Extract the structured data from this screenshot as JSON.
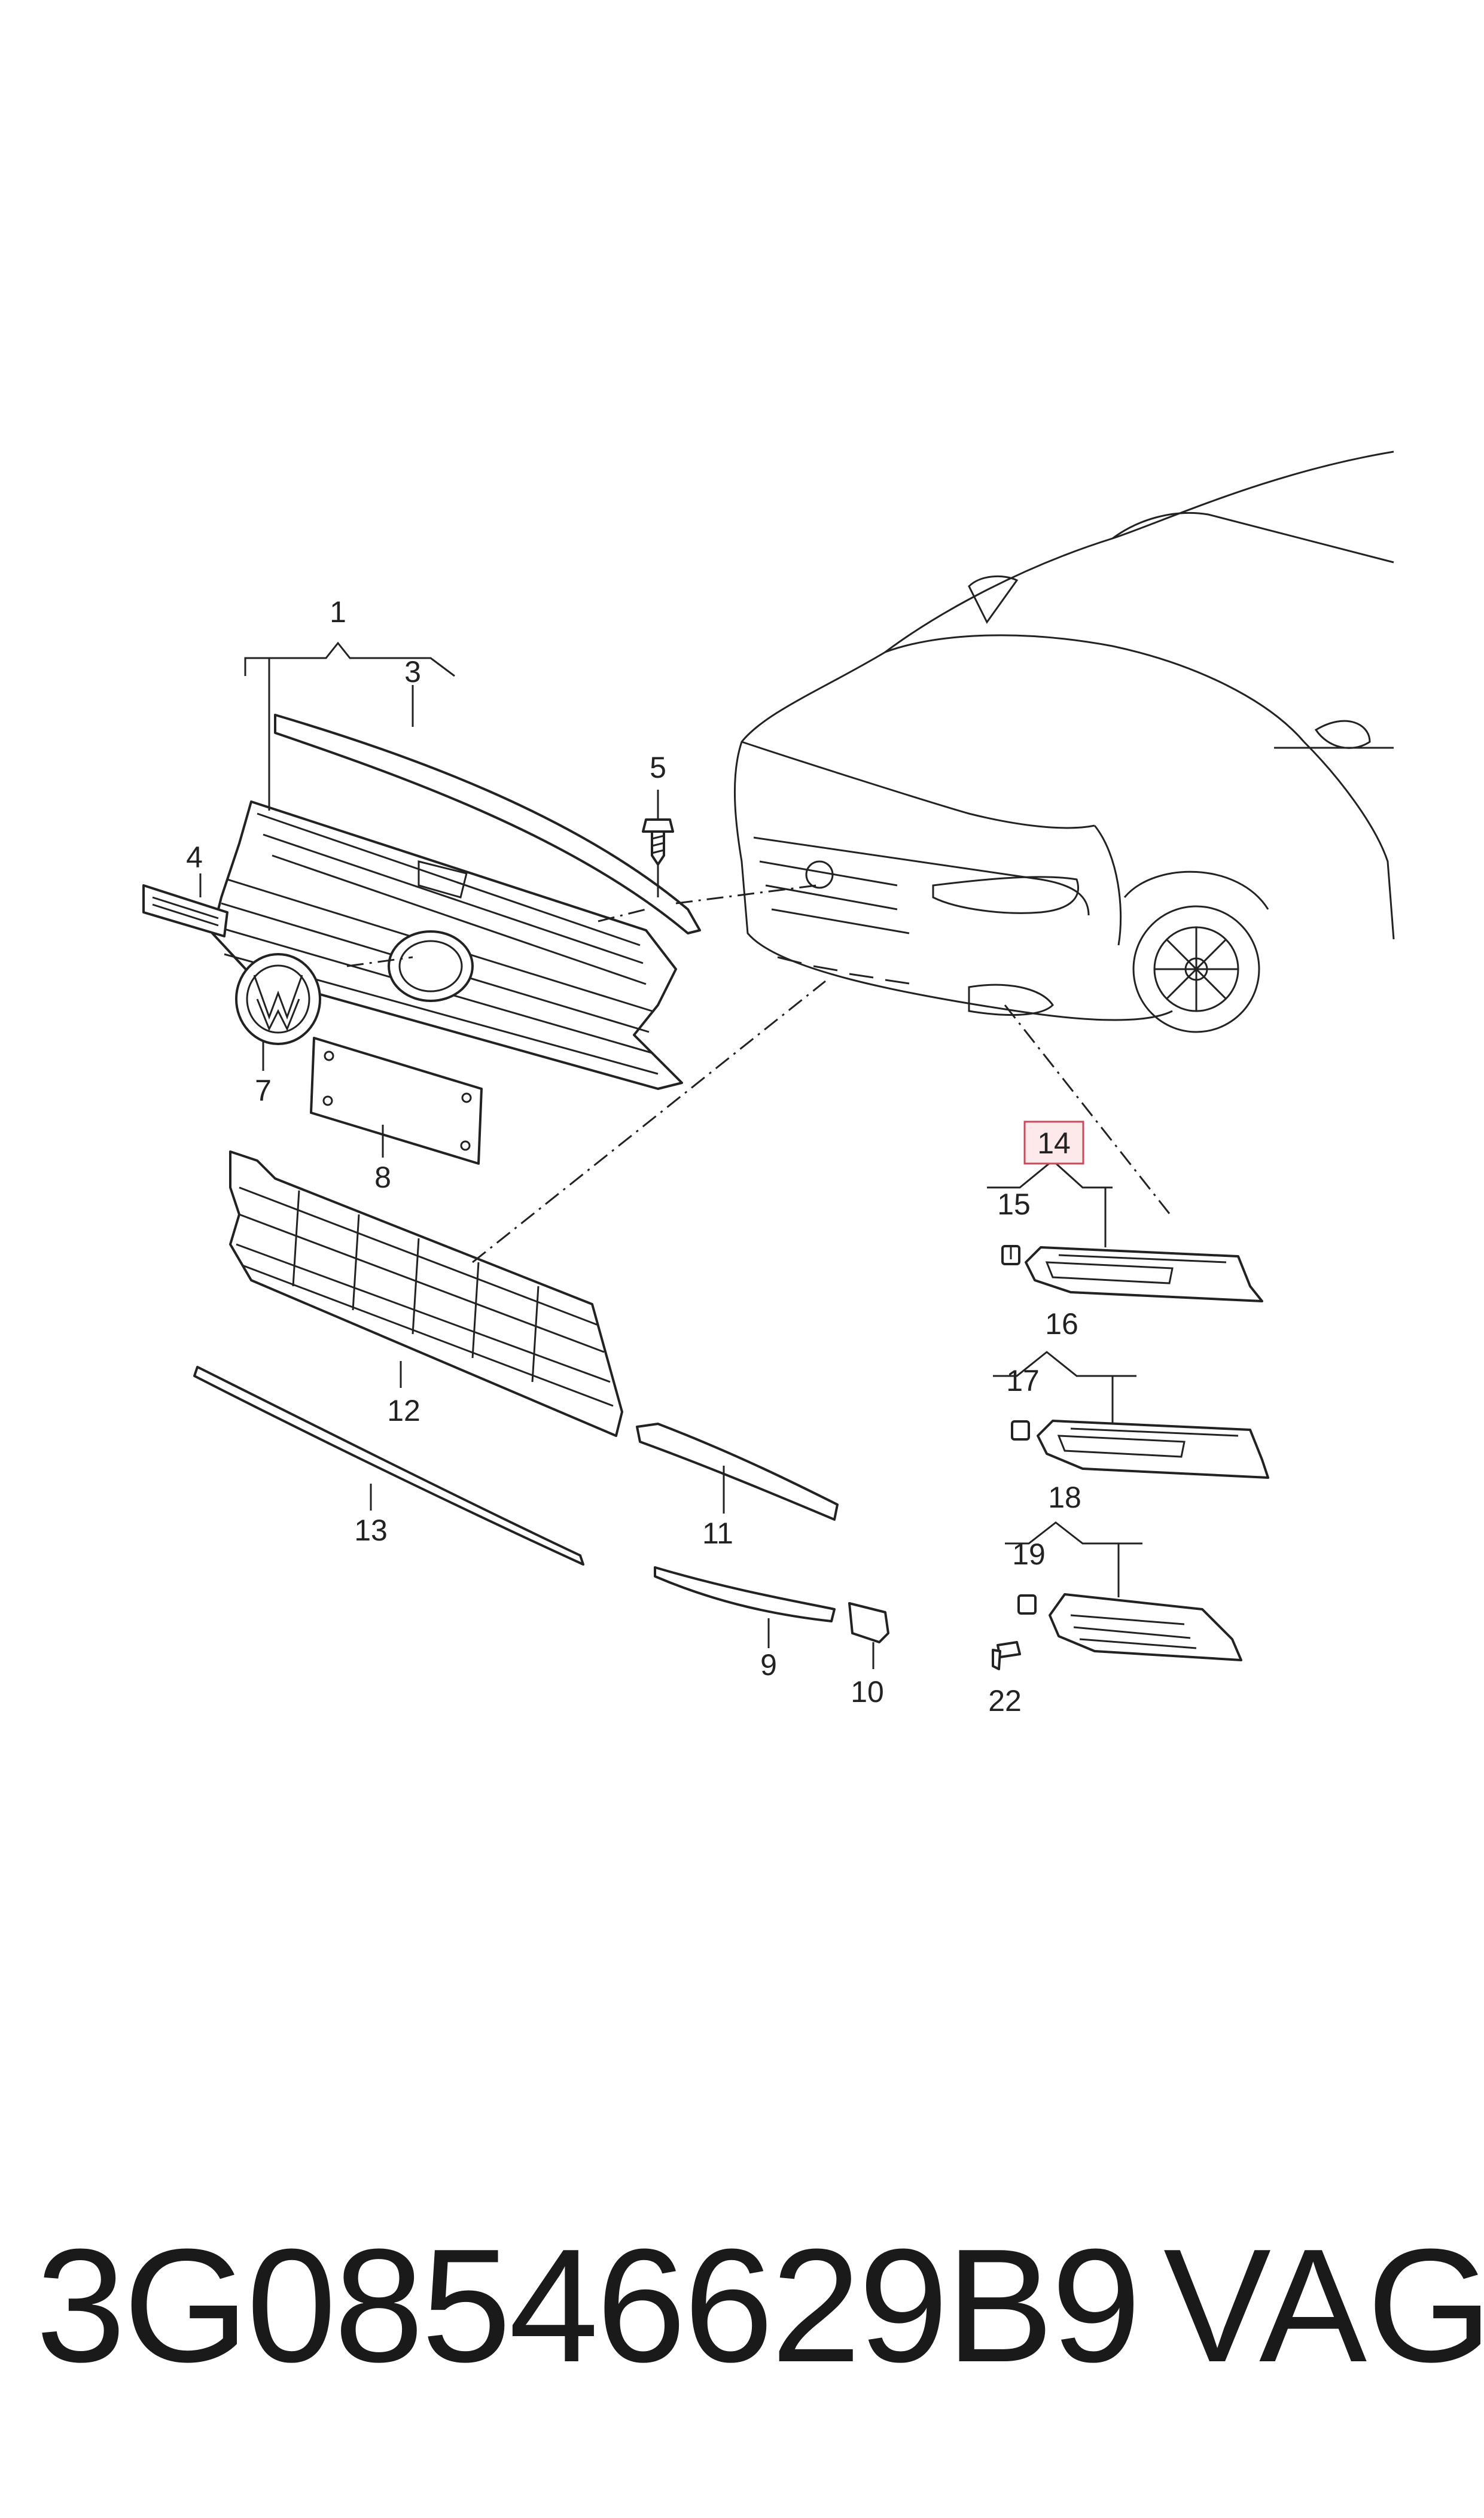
{
  "diagram": {
    "callouts": [
      "1",
      "3",
      "4",
      "5",
      "7",
      "8",
      "12",
      "13",
      "11",
      "9",
      "10",
      "14",
      "15",
      "16",
      "17",
      "18",
      "19",
      "22"
    ],
    "highlighted_callout": "14",
    "highlight_color": "#fde8ea",
    "highlight_border": "#c94a5c"
  },
  "footer": {
    "part_number": "3G08546629B9",
    "brand": "VAG"
  }
}
